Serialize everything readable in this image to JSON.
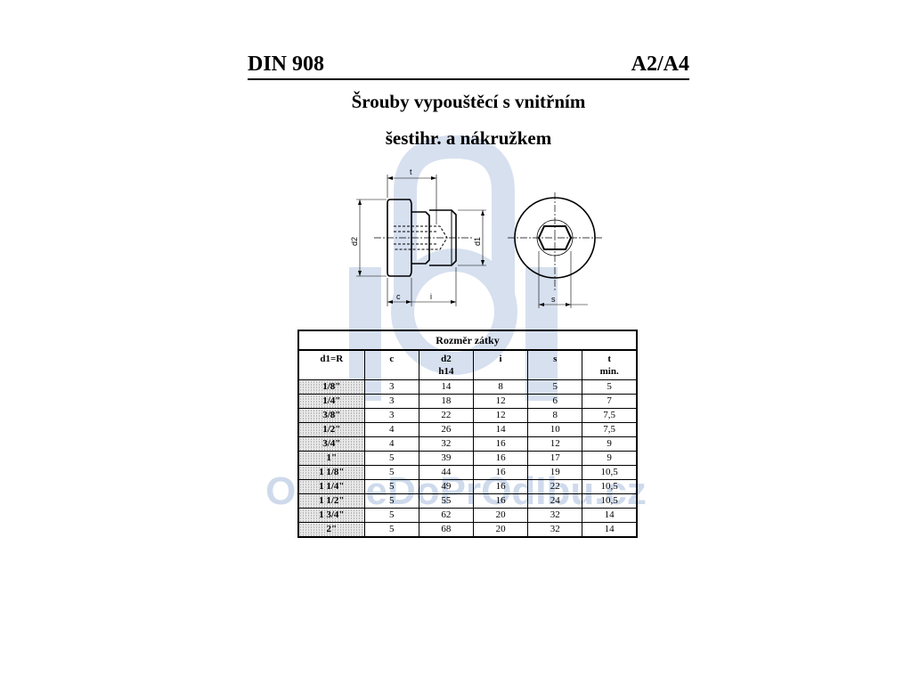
{
  "header": {
    "standard": "DIN 908",
    "material": "A2/A4"
  },
  "title": {
    "line1": "Šrouby vypouštěcí s vnitřním",
    "line2": "šestihr. a nákružkem"
  },
  "drawing": {
    "labels": {
      "t": "t",
      "d2": "d2",
      "d1": "d1",
      "c": "c",
      "i": "i",
      "s": "s"
    }
  },
  "watermark": {
    "text": "OnlineDoPrOdIbu.cz",
    "color": "#c9d6ea"
  },
  "table": {
    "caption": "Rozměr zátky",
    "headers": [
      {
        "line1": "d1=R",
        "line2": ""
      },
      {
        "line1": "c",
        "line2": ""
      },
      {
        "line1": "d2",
        "line2": "h14"
      },
      {
        "line1": "i",
        "line2": ""
      },
      {
        "line1": "s",
        "line2": ""
      },
      {
        "line1": "t",
        "line2": "min."
      }
    ],
    "rows": [
      [
        "1/8\"",
        "3",
        "14",
        "8",
        "5",
        "5"
      ],
      [
        "1/4\"",
        "3",
        "18",
        "12",
        "6",
        "7"
      ],
      [
        "3/8\"",
        "3",
        "22",
        "12",
        "8",
        "7,5"
      ],
      [
        "1/2\"",
        "4",
        "26",
        "14",
        "10",
        "7,5"
      ],
      [
        "3/4\"",
        "4",
        "32",
        "16",
        "12",
        "9"
      ],
      [
        "1\"",
        "5",
        "39",
        "16",
        "17",
        "9"
      ],
      [
        "1 1/8\"",
        "5",
        "44",
        "16",
        "19",
        "10,5"
      ],
      [
        "1 1/4\"",
        "5",
        "49",
        "16",
        "22",
        "10,5"
      ],
      [
        "1 1/2\"",
        "5",
        "55",
        "16",
        "24",
        "10,5"
      ],
      [
        "1 3/4\"",
        "5",
        "62",
        "20",
        "32",
        "14"
      ],
      [
        "2\"",
        "5",
        "68",
        "20",
        "32",
        "14"
      ]
    ]
  }
}
